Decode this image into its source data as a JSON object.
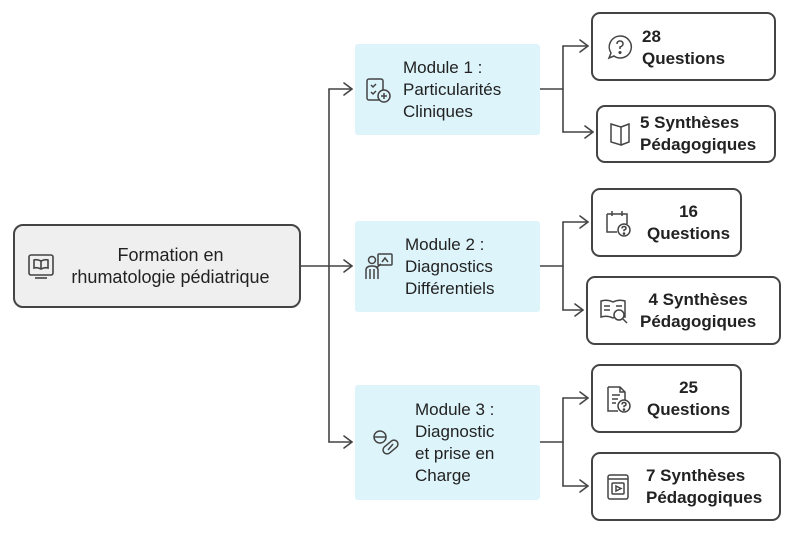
{
  "root": {
    "label": "Formation en\nrhumatologie pédiatrique",
    "icon": "book-monitor-icon"
  },
  "modules": [
    {
      "label": "Module 1 :\nParticularités\nCliniques",
      "icon": "clipboard-medical-icon",
      "items": [
        {
          "label": "28\nQuestions",
          "icon": "question-bubble-icon"
        },
        {
          "label": "5 Synthèses\nPédagogiques",
          "icon": "open-book-icon"
        }
      ]
    },
    {
      "label": "Module 2 :\nDiagnostics\nDifférentiels",
      "icon": "doctor-presentation-icon",
      "items": [
        {
          "label": "16\nQuestions",
          "icon": "calendar-question-icon"
        },
        {
          "label": "4 Synthèses\nPédagogiques",
          "icon": "book-search-icon"
        }
      ]
    },
    {
      "label": "Module 3 :\nDiagnostic\net prise en\nCharge",
      "icon": "pills-icon",
      "items": [
        {
          "label": "25\nQuestions",
          "icon": "document-question-icon"
        },
        {
          "label": "7 Synthèses\nPédagogiques",
          "icon": "video-book-icon"
        }
      ]
    }
  ],
  "colors": {
    "module_bg": "#ddf4fa",
    "root_bg": "#efefef",
    "stroke": "#444444"
  }
}
